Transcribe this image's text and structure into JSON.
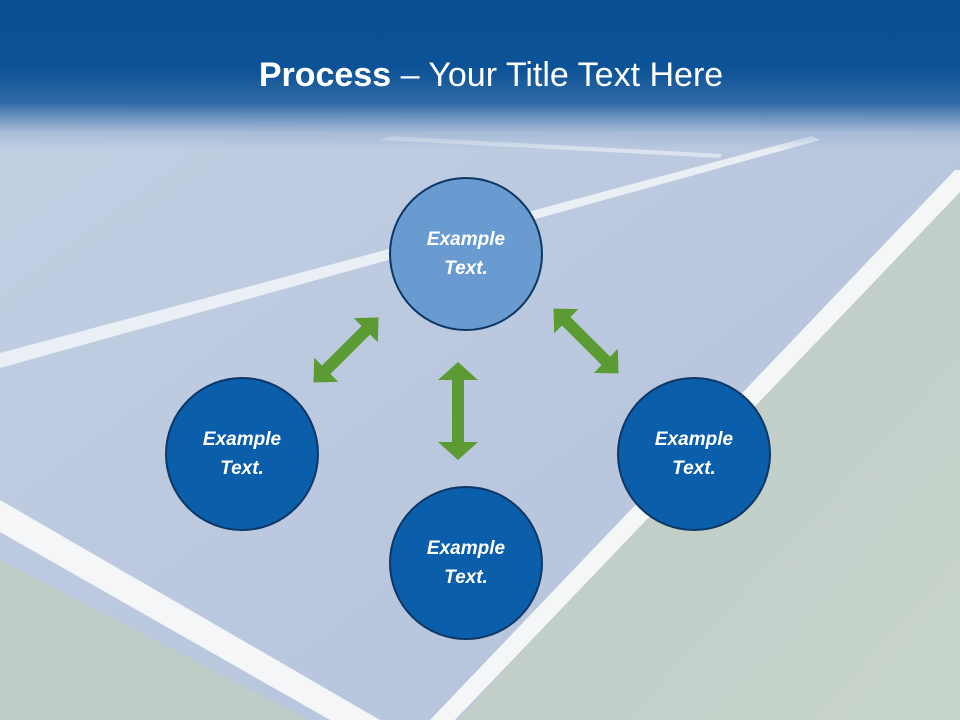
{
  "slide": {
    "title_bold": "Process",
    "title_rest": " – Your Title Text Here"
  },
  "nodes": [
    {
      "id": "top",
      "line1": "Example",
      "line2": "Text."
    },
    {
      "id": "left",
      "line1": "Example",
      "line2": "Text."
    },
    {
      "id": "bottom",
      "line1": "Example",
      "line2": "Text."
    },
    {
      "id": "right",
      "line1": "Example",
      "line2": "Text."
    }
  ],
  "colors": {
    "title_band": "#0a4f93",
    "node_primary": "#6a9bd0",
    "node_secondary": "#0b5ea9",
    "node_border": "#0d3766",
    "arrow": "#5c9a33"
  }
}
